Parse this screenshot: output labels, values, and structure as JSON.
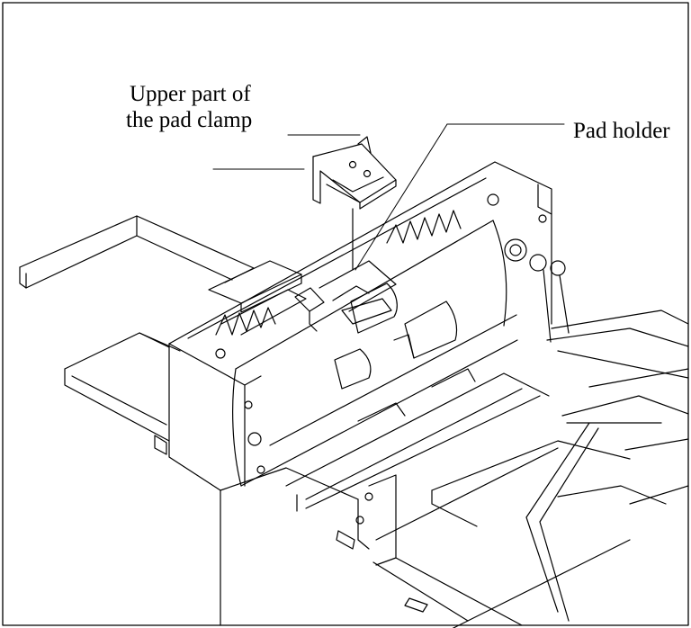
{
  "labels": {
    "upper_clamp_line1": "Upper part of",
    "upper_clamp_line2": "the pad clamp",
    "pad_holder": "Pad holder"
  },
  "colors": {
    "ink": "#000000",
    "paper": "#ffffff"
  }
}
